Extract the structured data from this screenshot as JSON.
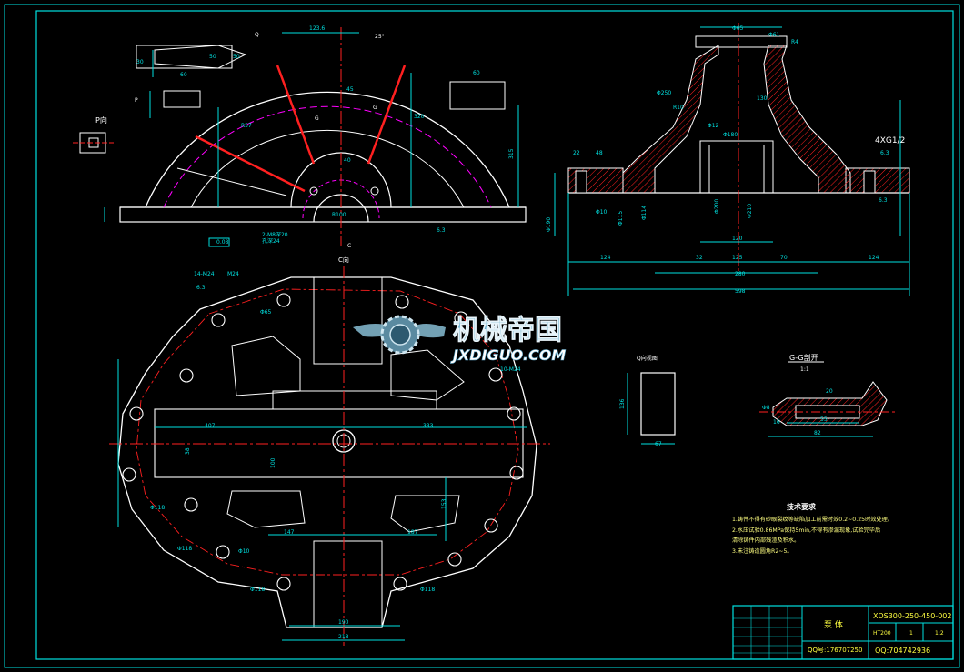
{
  "colors": {
    "background": "#000000",
    "outline": "#ffffff",
    "dimension": "#00e0e0",
    "center": "#ff2020",
    "hidden": "#ff00ff",
    "hatch": "#ff2020",
    "frame": "#00e0e0",
    "title_text": "#ffff40"
  },
  "top_view": {
    "dims": [
      "123.6",
      "25°",
      "G",
      "G",
      "60",
      "60",
      "50",
      "50",
      "45",
      "320",
      "315",
      "30",
      "40",
      "R57",
      "R100",
      "2-M8深20",
      "孔深24",
      "6.3",
      "0.08"
    ],
    "labels": [
      "P",
      "P向",
      "C",
      "C向",
      "Q"
    ]
  },
  "section_view": {
    "dims": [
      "Φ65",
      "Φ61",
      "R4",
      "Φ250",
      "130",
      "R10",
      "Φ12",
      "Φ180",
      "22",
      "48",
      "Φ10",
      "Φ190",
      "Φ200",
      "Φ210",
      "Φ114",
      "Φ115",
      "120",
      "124",
      "125",
      "32",
      "70",
      "124",
      "280",
      "598",
      "4XG1/2",
      "6.3",
      "6.3"
    ]
  },
  "bottom_view": {
    "dims": [
      "407",
      "333",
      "147",
      "187",
      "190",
      "218",
      "Φ118",
      "Φ118",
      "Φ118",
      "Φ118",
      "Φ10",
      "153",
      "100",
      "38",
      "M24",
      "14-M24",
      "10-M24",
      "6.3",
      "Φ65"
    ]
  },
  "detail_q": {
    "title": "Q向视图",
    "dims": [
      "67",
      "136"
    ]
  },
  "detail_g": {
    "title": "G-G剖开",
    "scale": "1:1",
    "dims": [
      "55",
      "82",
      "16",
      "Φ8",
      "20"
    ]
  },
  "tech_requirements": {
    "title": "技术要求",
    "items": [
      "1.铸件不得有砂眼裂纹等缺陷加工前需时效0.2~0.25时效处理。",
      "2.水压试验0.86MPa保持5min,不得有渗漏现象,试验完毕后",
      "   清除铸件内部残渣及积水。",
      "3.未注铸造圆角R2~5。"
    ]
  },
  "watermark": {
    "cn": "机械帝国",
    "en": "JXDIGUO.COM"
  },
  "title_block": {
    "drawing_no": "XDS300-250-450-002",
    "part_name": "泵 体",
    "qq_left": "QQ号:176707250",
    "qq_right": "QQ:704742936",
    "qty": "1",
    "scale": "1:2",
    "material": "HT200"
  }
}
